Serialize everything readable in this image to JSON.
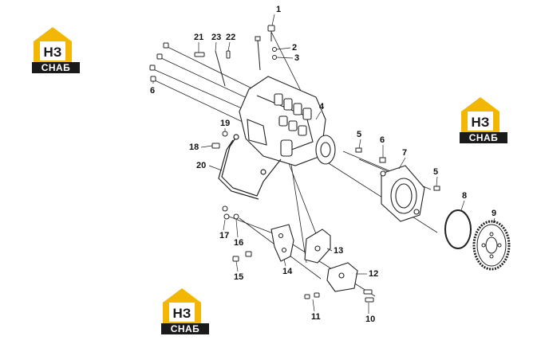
{
  "brand": {
    "mark": "НЗ",
    "word": "СНАБ",
    "accent_color": "#f2b705",
    "dark_color": "#1a1a1a"
  },
  "callouts": [
    "1",
    "2",
    "3",
    "4",
    "5",
    "5",
    "6",
    "6",
    "7",
    "8",
    "9",
    "10",
    "11",
    "12",
    "13",
    "14",
    "15",
    "16",
    "17",
    "18",
    "19",
    "20",
    "21",
    "22",
    "23"
  ],
  "diagram": {
    "line_color": "#222222",
    "part_fill": "#ffffff"
  }
}
